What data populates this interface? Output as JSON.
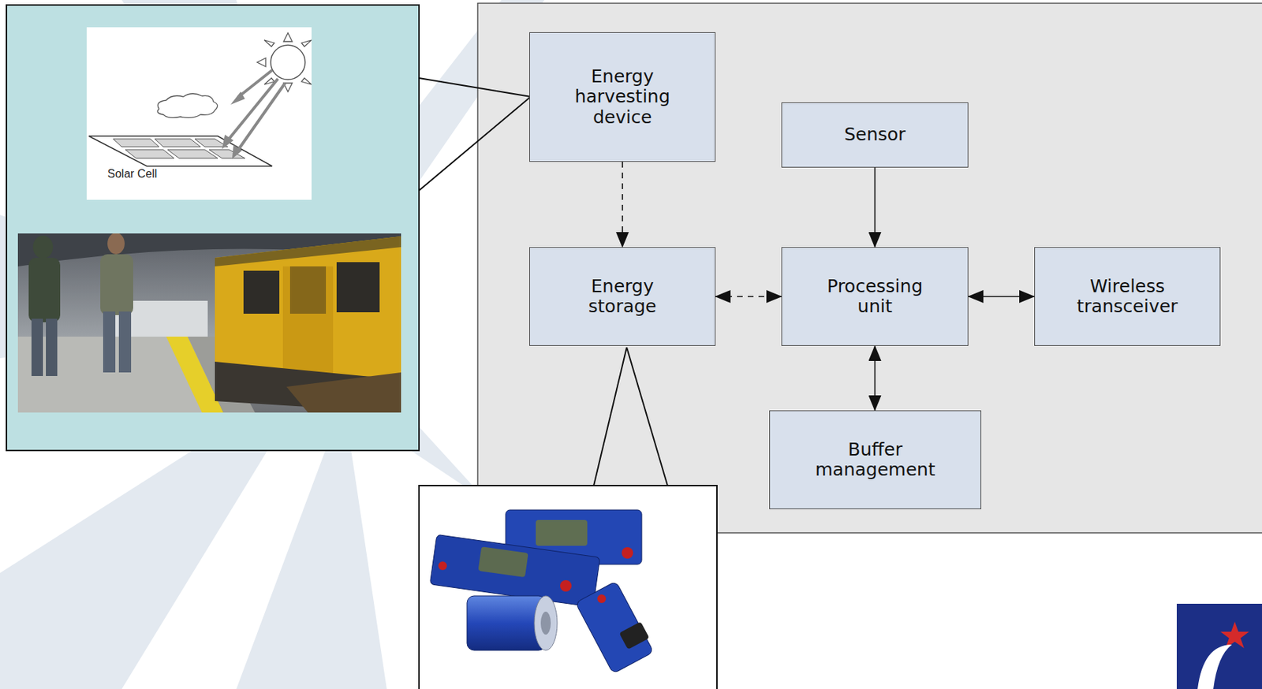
{
  "diagram": {
    "nodes": [
      {
        "text": [
          "Energy harvesting device"
        ]
      },
      {
        "text": [
          "Sensor"
        ]
      },
      {
        "text": [
          "Energy storage"
        ]
      },
      {
        "text": [
          "Processing unit"
        ]
      },
      {
        "text": [
          "Wireless transceiver"
        ]
      },
      {
        "text": [
          "Buffer management"
        ]
      }
    ],
    "edges": [
      {
        "from": 0,
        "to": 2,
        "arrow": "to"
      },
      {
        "from": 1,
        "to": 3,
        "arrow": "to"
      },
      {
        "from": 2,
        "to": 3,
        "arrow": "both"
      },
      {
        "from": 3,
        "to": 4,
        "arrow": "both"
      },
      {
        "from": 3,
        "to": 5,
        "arrow": "both"
      }
    ],
    "labels": [
      "Solar Cell"
    ]
  }
}
